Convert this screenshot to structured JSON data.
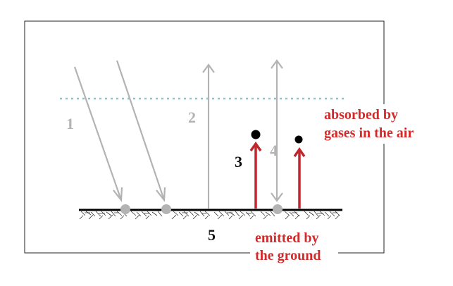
{
  "labels": {
    "arrow1": "1",
    "arrow2": "2",
    "arrow3": "3",
    "arrow4": "4",
    "ground_number": "5"
  },
  "annotations": {
    "absorbed_line1": "absorbed by",
    "absorbed_line2": "gases in the air",
    "emitted_line1": "emitted by",
    "emitted_line2": "the ground"
  },
  "colors": {
    "gray_arrow": "#b3b3b3",
    "red_arrow": "#c0262d",
    "red_text": "#d42a2a",
    "atmosphere_line": "#7ec8d6",
    "ground": "#000000"
  }
}
